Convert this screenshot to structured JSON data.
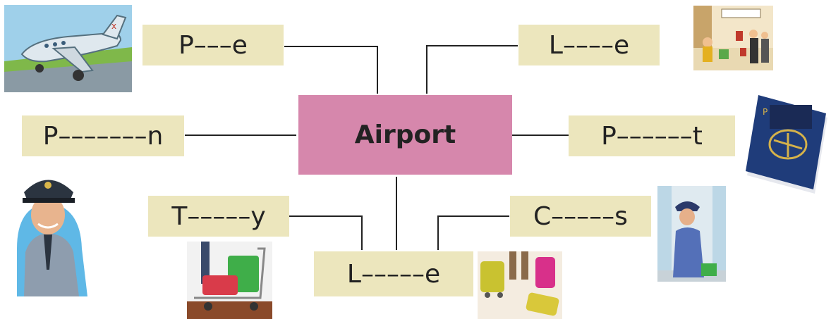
{
  "center": {
    "label": "Airport"
  },
  "words": [
    {
      "id": "plane",
      "label": "P–––e"
    },
    {
      "id": "lounge",
      "label": "L––––e"
    },
    {
      "id": "policeman",
      "label": "P–––––––n"
    },
    {
      "id": "passport",
      "label": "P––––––t"
    },
    {
      "id": "trolley",
      "label": "T–––––y"
    },
    {
      "id": "customs",
      "label": "C–––––s"
    },
    {
      "id": "luggage",
      "label": "L–––––e"
    }
  ],
  "images": [
    {
      "id": "plane-picture"
    },
    {
      "id": "lounge-picture"
    },
    {
      "id": "policeman-picture"
    },
    {
      "id": "passport-picture"
    },
    {
      "id": "trolley-picture"
    },
    {
      "id": "customs-officer-picture"
    },
    {
      "id": "luggage-picture"
    }
  ],
  "colors": {
    "word_box": "#ece6bd",
    "center_box": "#d687ac",
    "connector": "#222222"
  }
}
